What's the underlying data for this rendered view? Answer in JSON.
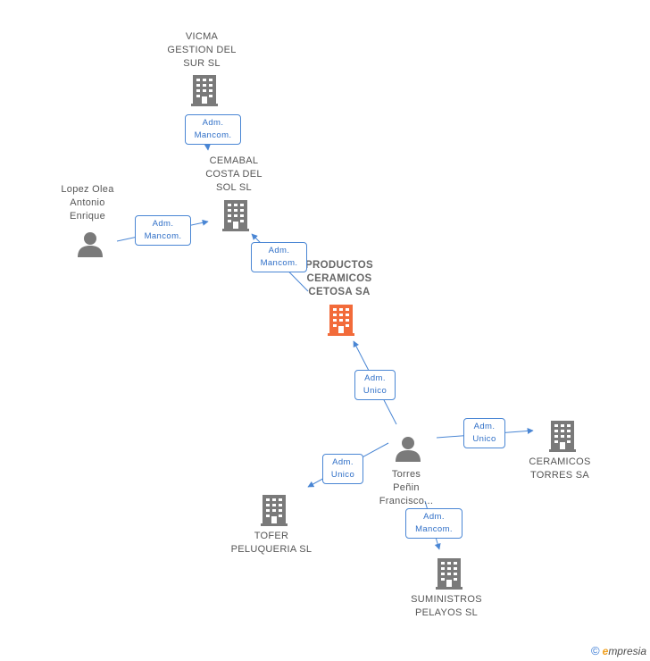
{
  "colors": {
    "edge": "#4a86d4",
    "building": "#7a7a7a",
    "main_building": "#f26b3a",
    "person": "#7a7a7a"
  },
  "nodes": {
    "vicma": {
      "label": "VICMA\nGESTION DEL\nSUR SL",
      "icon": "building-icon"
    },
    "cemabal": {
      "label": "CEMABAL\nCOSTA DEL\nSOL  SL",
      "icon": "building-icon"
    },
    "lopez": {
      "label": "Lopez Olea\nAntonio\nEnrique",
      "icon": "person-icon"
    },
    "productos": {
      "label": "PRODUCTOS\nCERAMICOS\nCETOSA SA",
      "icon": "building-icon"
    },
    "torres_person": {
      "label": "Torres\nPeñin\nFrancisco...",
      "icon": "person-icon"
    },
    "ceramicos_torres": {
      "label": "CERAMICOS\nTORRES SA",
      "icon": "building-icon"
    },
    "tofer": {
      "label": "TOFER\nPELUQUERIA SL",
      "icon": "building-icon"
    },
    "suministros": {
      "label": "SUMINISTROS\nPELAYOS SL",
      "icon": "building-icon"
    }
  },
  "edges": {
    "vicma_cemabal": "Adm.\nMancom.",
    "lopez_cemabal": "Adm.\nMancom.",
    "productos_cemabal": "Adm.\nMancom.",
    "torres_productos": "Adm.\nUnico",
    "torres_ceramicos": "Adm.\nUnico",
    "torres_tofer": "Adm.\nUnico",
    "torres_suministros": "Adm.\nMancom."
  },
  "footer": {
    "copyright": "©",
    "brand_e": "e",
    "brand_rest": "mpresia"
  }
}
